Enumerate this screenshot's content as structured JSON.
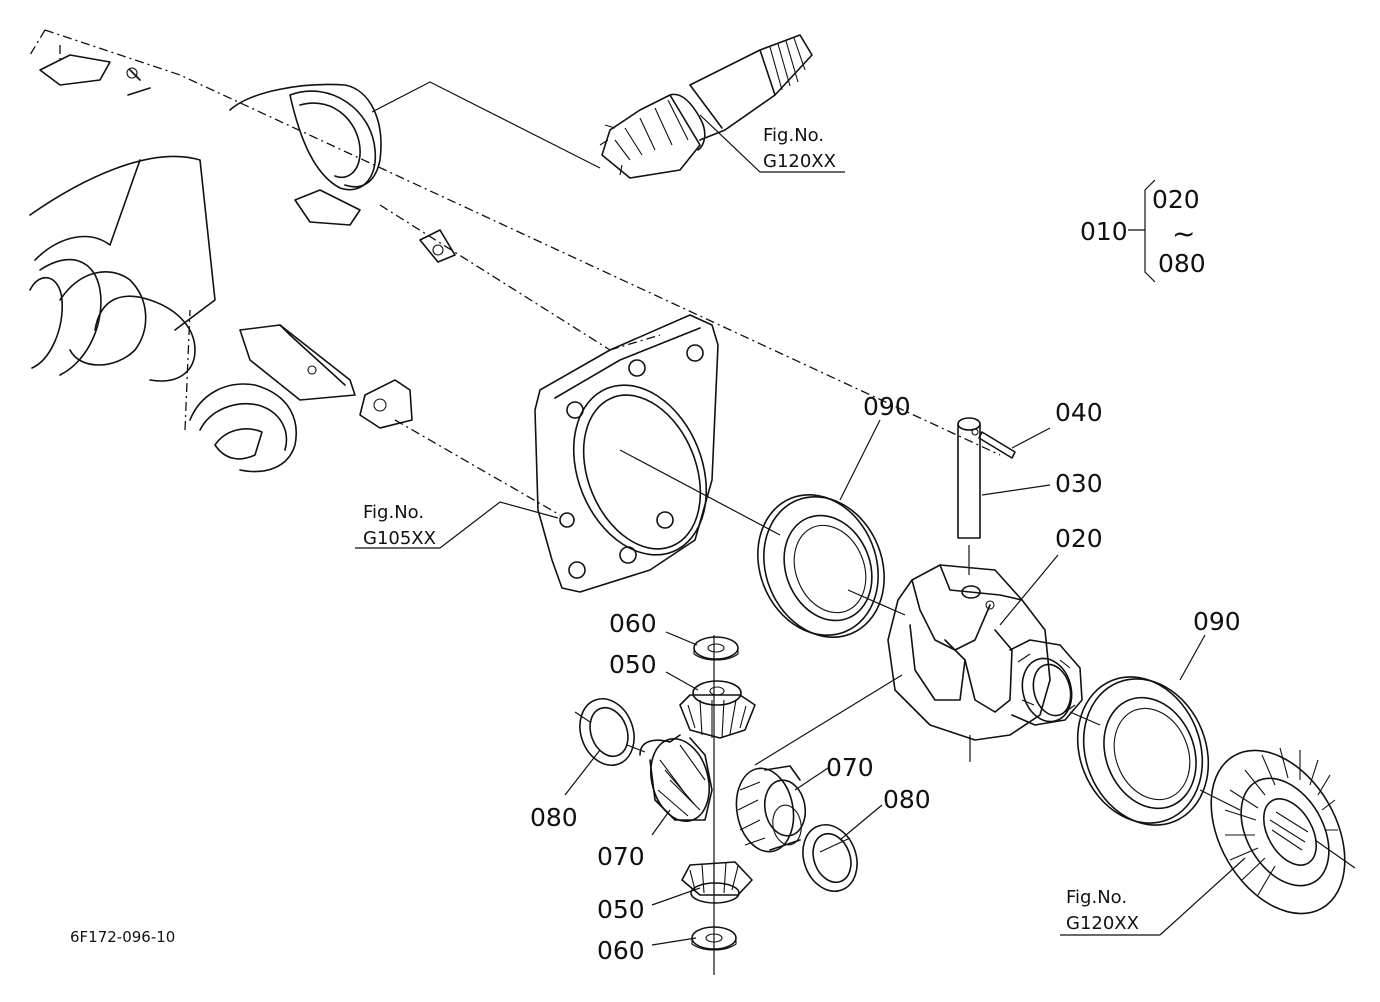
{
  "drawing_code": "6F172-096-10",
  "assembly": {
    "number": "010",
    "range_start": "020",
    "range_symbol": "~",
    "range_end": "080"
  },
  "references": [
    {
      "line1": "Fig.No.",
      "line2": "G120XX"
    },
    {
      "line1": "Fig.No.",
      "line2": "G105XX"
    },
    {
      "line1": "Fig.No.",
      "line2": "G120XX"
    }
  ],
  "callouts": [
    "090",
    "040",
    "030",
    "020",
    "090",
    "060",
    "050",
    "080",
    "070",
    "070",
    "080",
    "050",
    "060"
  ]
}
